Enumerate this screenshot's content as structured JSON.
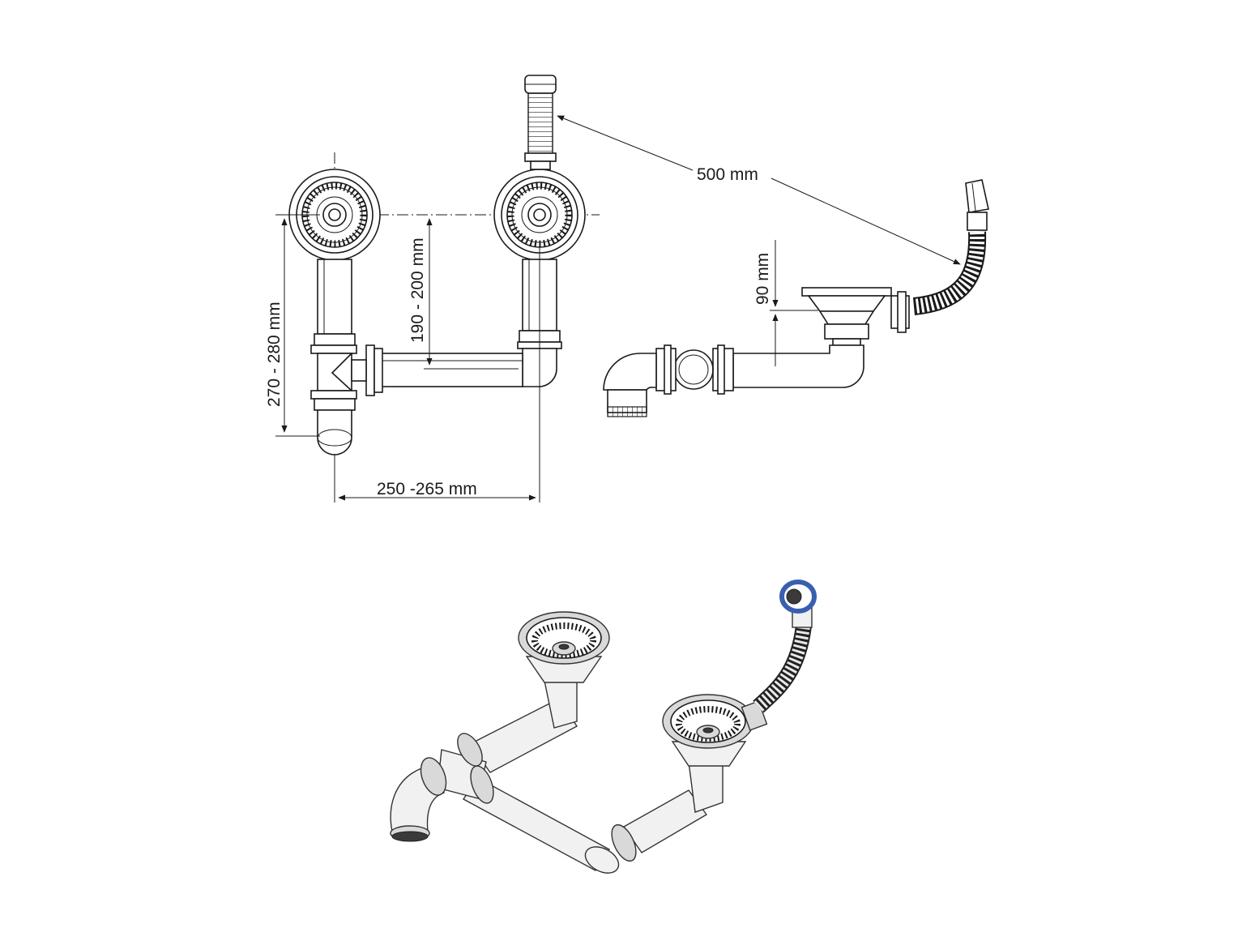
{
  "dimensions": {
    "overflow_hose_length": "500 mm",
    "overflow_height": "90 mm",
    "strainer_to_pipe_height": "190 - 200 mm",
    "total_height": "270 - 280 mm",
    "strainer_spacing": "250 -265 mm"
  },
  "colors": {
    "line": "#1a1a1a",
    "background": "#ffffff",
    "overflow_ring_accent": "#3a5fb0"
  }
}
